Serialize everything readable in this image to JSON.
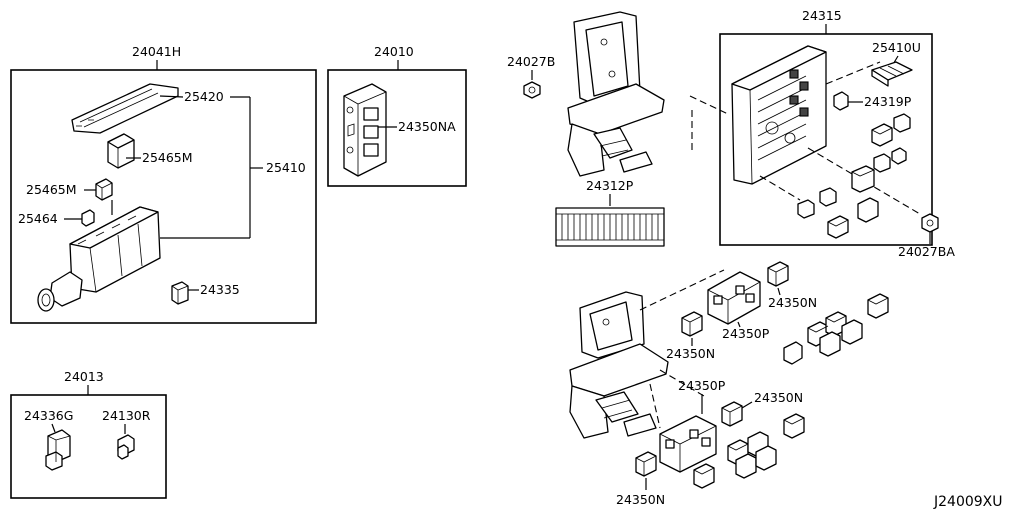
{
  "labels": {
    "p24041H": "24041H",
    "p25420": "25420",
    "p25465M_a": "25465M",
    "p25465M_b": "25465M",
    "p25410": "25410",
    "p25464": "25464",
    "p24335": "24335",
    "p24010": "24010",
    "p24350NA": "24350NA",
    "p24013": "24013",
    "p24336G": "24336G",
    "p24130R": "24130R",
    "p24027B": "24027B",
    "p24312P": "24312P",
    "p24315": "24315",
    "p25410U": "25410U",
    "p24319P": "24319P",
    "p24027BA": "24027BA",
    "p24350N_a": "24350N",
    "p24350P_a": "24350P",
    "p24350N_b": "24350N",
    "p24350P_b": "24350P",
    "p24350N_c": "24350N",
    "p24350N_d": "24350N"
  },
  "diagram_code": "J24009XU"
}
